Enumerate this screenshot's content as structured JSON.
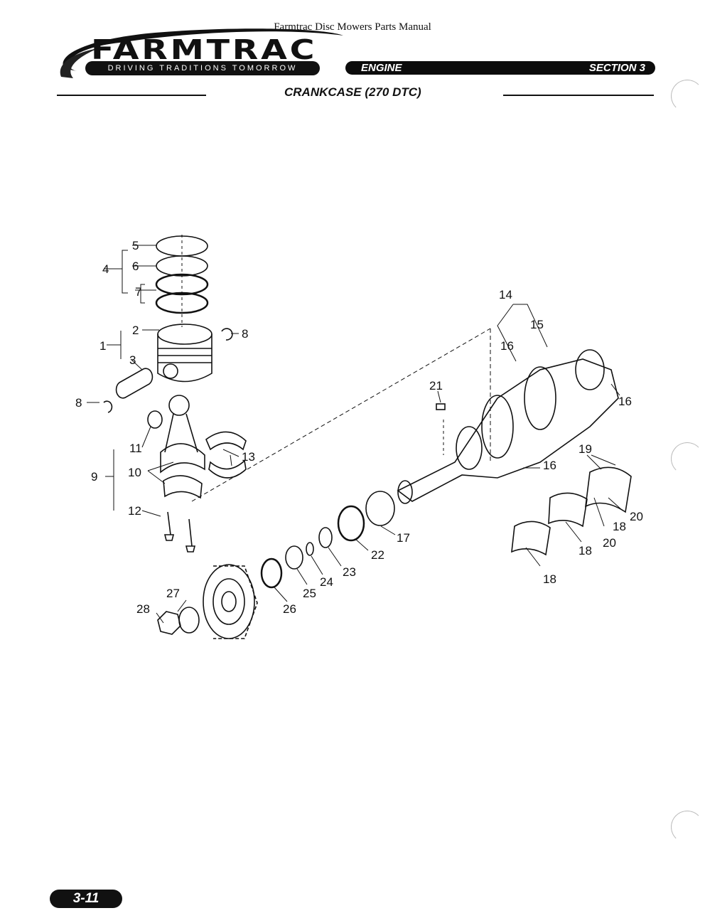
{
  "header": {
    "manual_title": "Farmtrac Disc Mowers Parts Manual",
    "brand": "FARMTRAC",
    "tagline": "DRIVING TRADITIONS TOMORROW",
    "engine_label": "ENGINE",
    "section_label": "SECTION 3",
    "sub_title": "CRANKCASE (270 DTC)"
  },
  "callouts": [
    "5",
    "4",
    "6",
    "7",
    "2",
    "8",
    "1",
    "3",
    "8",
    "11",
    "13",
    "9",
    "10",
    "12",
    "14",
    "15",
    "16",
    "16",
    "21",
    "16",
    "19",
    "20",
    "18",
    "20",
    "18",
    "17",
    "22",
    "23",
    "24",
    "25",
    "26",
    "27",
    "28",
    "18"
  ],
  "footer": {
    "page_number": "3-11"
  }
}
